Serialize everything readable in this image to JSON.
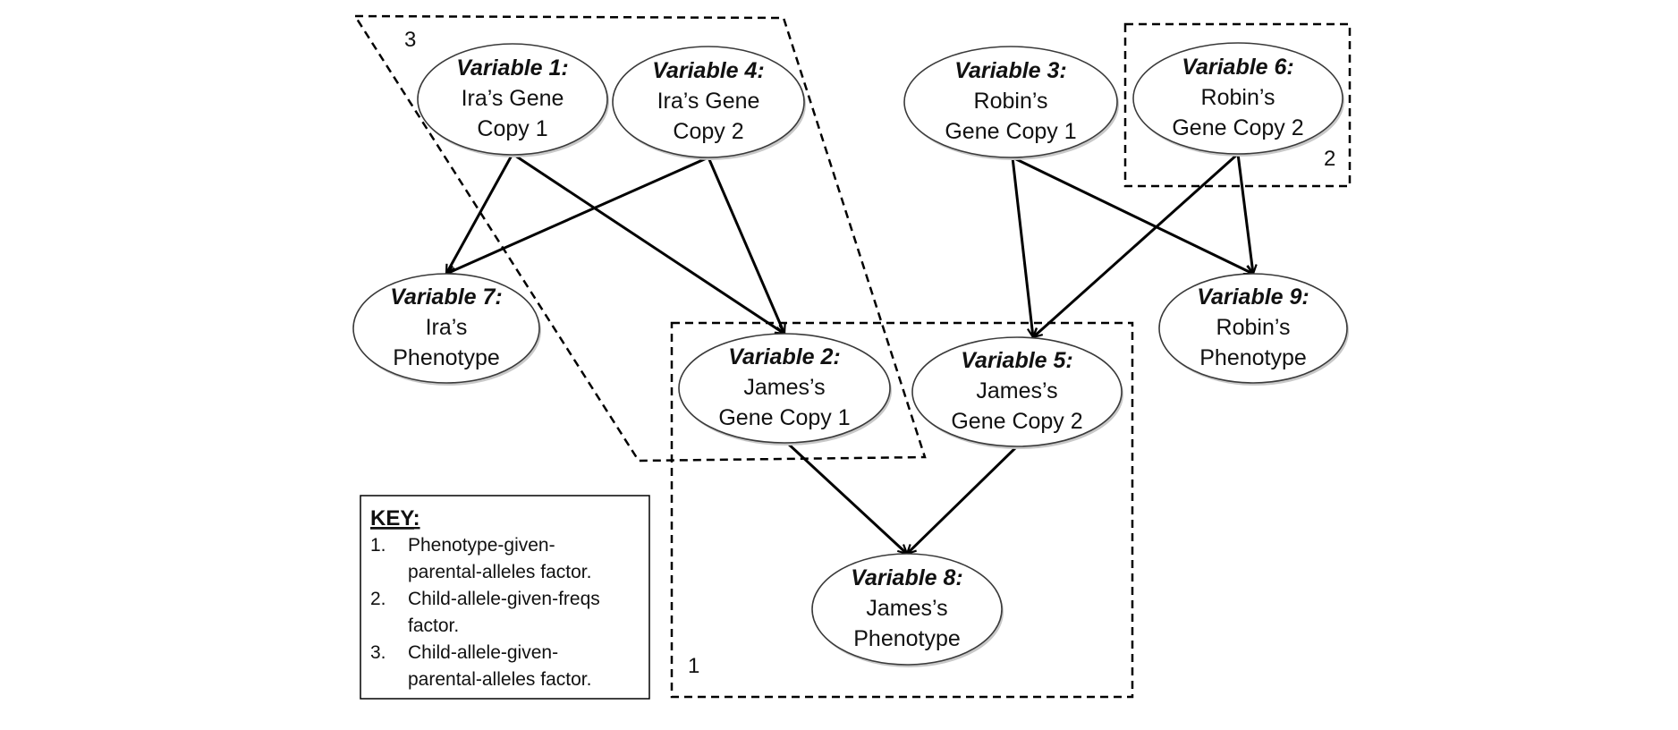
{
  "nodes": {
    "v1": {
      "title": "Variable 1:",
      "lines": [
        "Ira’s Gene",
        "Copy 1"
      ]
    },
    "v4": {
      "title": "Variable 4:",
      "lines": [
        "Ira’s Gene",
        "Copy 2"
      ]
    },
    "v3": {
      "title": "Variable 3:",
      "lines": [
        "Robin’s",
        "Gene Copy 1"
      ]
    },
    "v6": {
      "title": "Variable 6:",
      "lines": [
        "Robin’s",
        "Gene Copy 2"
      ]
    },
    "v7": {
      "title": "Variable 7:",
      "lines": [
        "Ira’s",
        "Phenotype"
      ]
    },
    "v2": {
      "title": "Variable 2:",
      "lines": [
        "James’s",
        "Gene Copy 1"
      ]
    },
    "v5": {
      "title": "Variable 5:",
      "lines": [
        "James’s",
        "Gene Copy 2"
      ]
    },
    "v9": {
      "title": "Variable 9:",
      "lines": [
        "Robin’s",
        "Phenotype"
      ]
    },
    "v8": {
      "title": "Variable 8:",
      "lines": [
        "James’s",
        "Phenotype"
      ]
    }
  },
  "edges": [
    {
      "from": "v1",
      "to": "v7"
    },
    {
      "from": "v4",
      "to": "v7"
    },
    {
      "from": "v1",
      "to": "v2"
    },
    {
      "from": "v4",
      "to": "v2"
    },
    {
      "from": "v3",
      "to": "v5"
    },
    {
      "from": "v3",
      "to": "v9"
    },
    {
      "from": "v6",
      "to": "v5"
    },
    {
      "from": "v6",
      "to": "v9"
    },
    {
      "from": "v2",
      "to": "v8"
    },
    {
      "from": "v5",
      "to": "v8"
    }
  ],
  "factors": {
    "f1": {
      "label": "1",
      "members": [
        "v2",
        "v5",
        "v8"
      ]
    },
    "f2": {
      "label": "2",
      "members": [
        "v6"
      ]
    },
    "f3": {
      "label": "3",
      "members": [
        "v1",
        "v4",
        "v2"
      ]
    }
  },
  "key": {
    "heading": "KEY:",
    "items": [
      {
        "num": "1.",
        "lines": [
          "Phenotype-given-",
          "parental-alleles factor."
        ]
      },
      {
        "num": "2.",
        "lines": [
          "Child-allele-given-freqs",
          "factor."
        ]
      },
      {
        "num": "3.",
        "lines": [
          "Child-allele-given-",
          "parental-alleles factor."
        ]
      }
    ]
  }
}
